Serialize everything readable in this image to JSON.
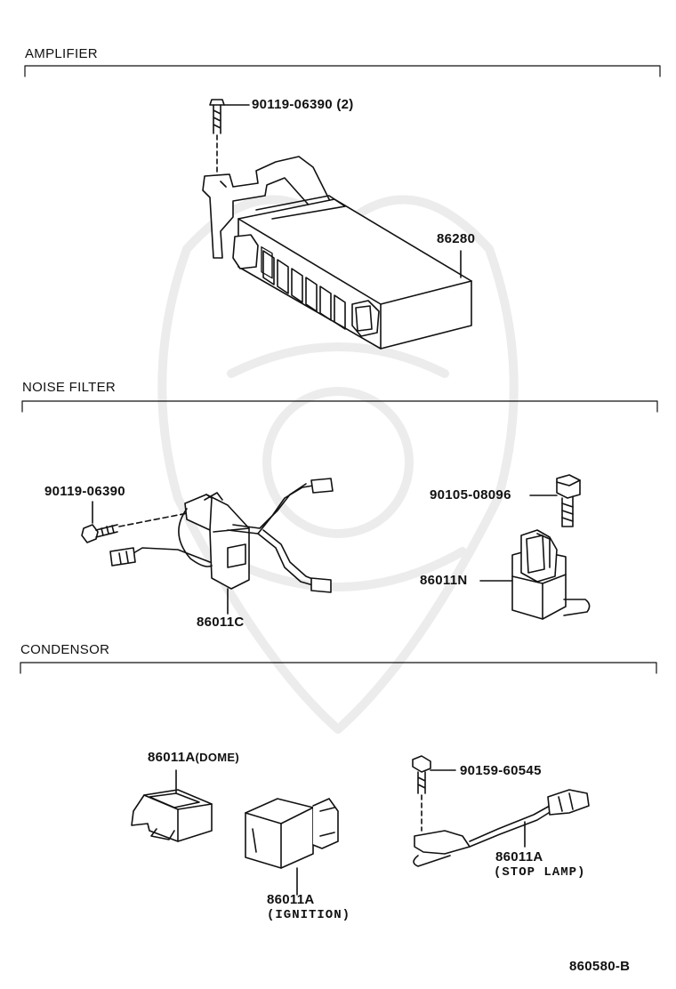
{
  "sections": {
    "amplifier": "AMPLIFIER",
    "noise_filter": "NOISE FILTER",
    "condensor": "CONDENSOR"
  },
  "parts": {
    "amp_bolt": "90119-06390 (2)",
    "amplifier": "86280",
    "nf_bolt": "90119-06390",
    "nf_harness": "86011C",
    "nf_bolt2": "90105-08096",
    "nf_filter": "86011N",
    "cond_dome_pn": "86011A",
    "cond_dome_desc": "(DOME)",
    "cond_ign_pn": "86011A",
    "cond_ign_desc": "(IGNITION)",
    "cond_bolt": "90159-60545",
    "cond_stop_pn": "86011A",
    "cond_stop_desc": "(STOP LAMP)"
  },
  "diagram_id": "860580-B"
}
